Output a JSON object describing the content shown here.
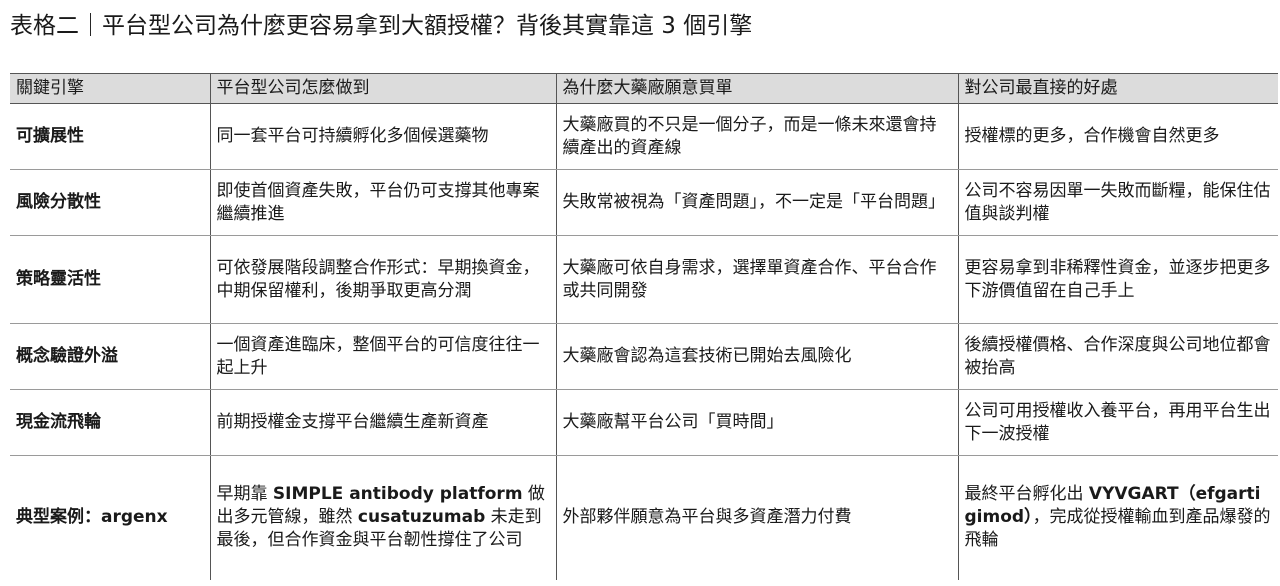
{
  "title": "表格二｜平台型公司為什麼更容易拿到大額授權？背後其實靠這 3 個引擎",
  "table": {
    "headers": [
      "關鍵引擎",
      "平台型公司怎麼做到",
      "為什麼大藥廠願意買單",
      "對公司最直接的好處"
    ],
    "rows": [
      {
        "engine": "可擴展性",
        "how": "同一套平台可持續孵化多個候選藥物",
        "why": "大藥廠買的不只是一個分子，而是一條未來還會持續產出的資產線",
        "benefit": "授權標的更多，合作機會自然更多"
      },
      {
        "engine": "風險分散性",
        "how": "即使首個資產失敗，平台仍可支撐其他專案繼續推進",
        "why": "失敗常被視為「資產問題」，不一定是「平台問題」",
        "benefit": "公司不容易因單一失敗而斷糧，能保住估值與談判權"
      },
      {
        "engine": "策略靈活性",
        "how": "可依發展階段調整合作形式：早期換資金，中期保留權利，後期爭取更高分潤",
        "why": "大藥廠可依自身需求，選擇單資產合作、平台合作或共同開發",
        "benefit": "更容易拿到非稀釋性資金，並逐步把更多下游價值留在自己手上"
      },
      {
        "engine": "概念驗證外溢",
        "how": "一個資產進臨床，整個平台的可信度往往一起上升",
        "why": "大藥廠會認為這套技術已開始去風險化",
        "benefit": "後續授權價格、合作深度與公司地位都會被抬高"
      },
      {
        "engine": "現金流飛輪",
        "how": "前期授權金支撐平台繼續生產新資產",
        "why": "大藥廠幫平台公司「買時間」",
        "benefit": "公司可用授權收入養平台，再用平台生出下一波授權"
      }
    ],
    "example": {
      "engine": "典型案例：argenx",
      "how_pre": "早期靠 ",
      "how_platform": "SIMPLE antibody platform",
      "how_mid": " 做出多元管線，雖然 ",
      "how_drug": "cusatuzumab",
      "how_post": " 未走到最後，但合作資金與平台韌性撐住了公司",
      "why": "外部夥伴願意為平台與多資產潛力付費",
      "benefit_pre": "最終平台孵化出 ",
      "benefit_drug": "VYVGART（efgartigimod）",
      "benefit_post": "，完成從授權輸血到產品爆發的飛輪"
    }
  }
}
